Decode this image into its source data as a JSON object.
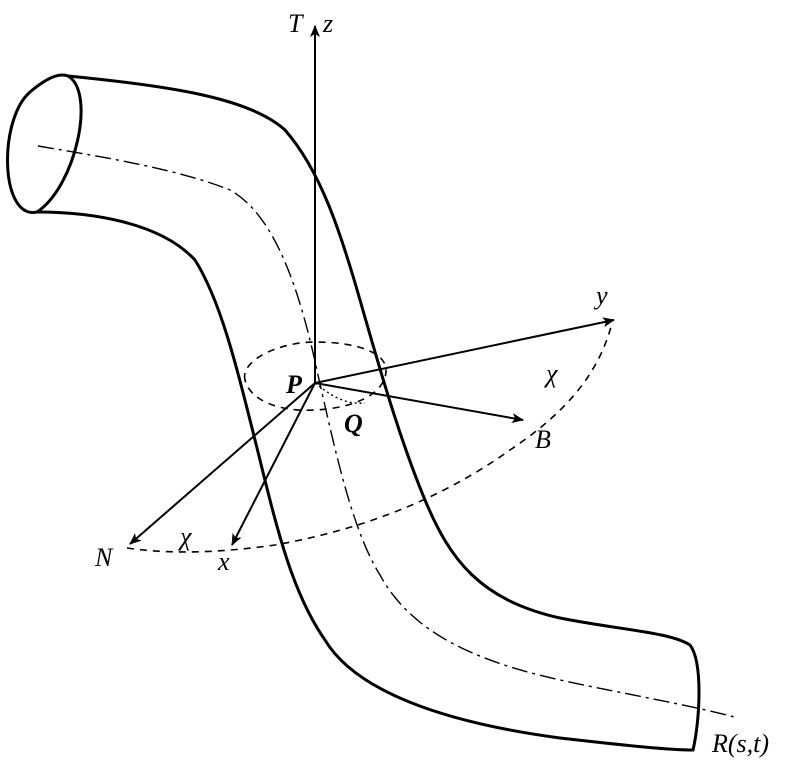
{
  "labels": {
    "T": "T",
    "z": "z",
    "y": "y",
    "B": "B",
    "P": "P",
    "Q": "Q",
    "N": "N",
    "x": "x",
    "chi_upper": "χ",
    "chi_lower": "χ",
    "R": "R(s,t)"
  }
}
